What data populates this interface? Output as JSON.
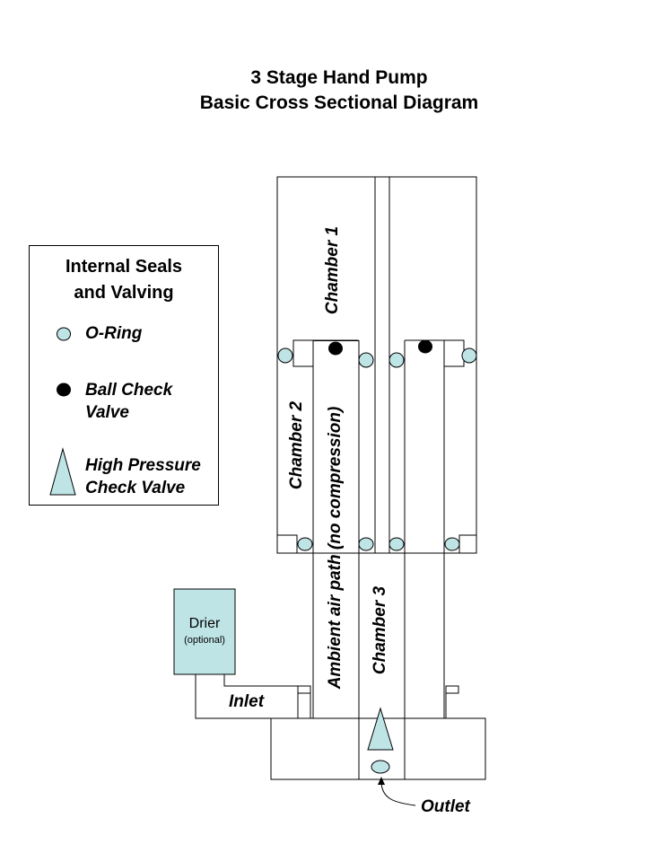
{
  "title": {
    "line1": "3 Stage Hand Pump",
    "line2": "Basic Cross Sectional Diagram"
  },
  "legend": {
    "heading_line1": "Internal Seals",
    "heading_line2": "and Valving",
    "items": [
      {
        "label_line1": "O-Ring",
        "label_line2": "",
        "symbol": "o-ring-icon"
      },
      {
        "label_line1": "Ball Check",
        "label_line2": "Valve",
        "symbol": "ball-check-valve-icon"
      },
      {
        "label_line1": "High Pressure",
        "label_line2": "Check Valve",
        "symbol": "high-pressure-check-valve-icon"
      }
    ]
  },
  "labels": {
    "chamber1": "Chamber 1",
    "chamber2": "Chamber  2",
    "chamber3": "Chamber 3",
    "ambient": "Ambient air path (no compression)",
    "drier": "Drier",
    "drier_optional": "(optional)",
    "inlet": "Inlet",
    "outlet": "Outlet"
  },
  "colors": {
    "seal_fill": "#bfe4e6",
    "ball_fill": "#000000",
    "line": "#000000"
  }
}
